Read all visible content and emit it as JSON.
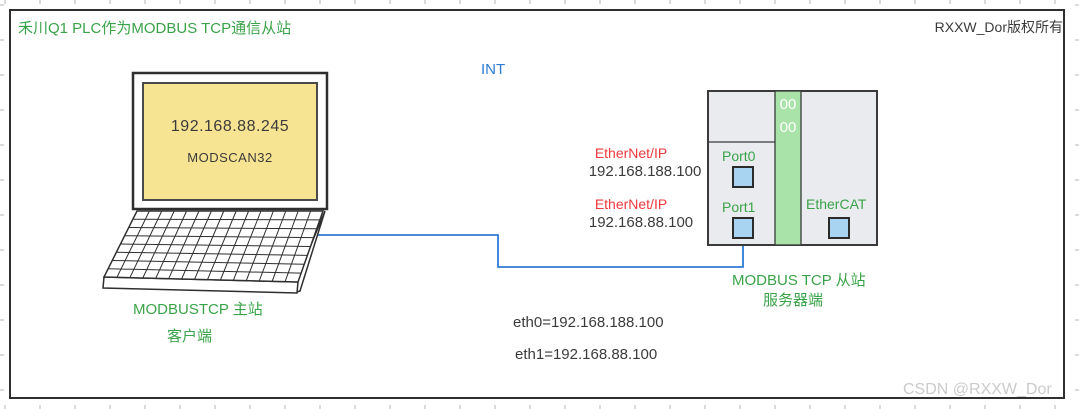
{
  "colors": {
    "green_text": "#3aa34a",
    "blue_line": "#2e7bd4",
    "red_text": "#ee3a3e",
    "dark_text": "#3b3b3b",
    "screen_yellow": "#f7e492",
    "device_gray": "#e9ebee",
    "led_strip_green": "#a9e3a9",
    "connector_blue": "#a8d4f2",
    "watermark_gray": "#cbcbcb"
  },
  "header": {
    "title": "禾川Q1 PLC作为MODBUS TCP通信从站",
    "copyright": "RXXW_Dor版权所有"
  },
  "network": {
    "internet_label": "INT"
  },
  "laptop": {
    "screen_ip": "192.168.88.245",
    "screen_app": "MODSCAN32",
    "caption_line1": "MODBUSTCP 主站",
    "caption_line2": "客户端"
  },
  "plc": {
    "led_line1": "00",
    "led_line2": "00",
    "port0_label": "Port0",
    "port1_label": "Port1",
    "ethercat_label": "EtherCAT",
    "eth0_protocol": "EtherNet/IP",
    "eth0_ip": "192.168.188.100",
    "eth1_protocol": "EtherNet/IP",
    "eth1_ip": "192.168.88.100",
    "caption_line1": "MODBUS TCP 从站",
    "caption_line2": "服务器端"
  },
  "footnotes": {
    "eth0": "eth0=192.168.188.100",
    "eth1": "eth1=192.168.88.100"
  },
  "watermark": "CSDN @RXXW_Dor"
}
